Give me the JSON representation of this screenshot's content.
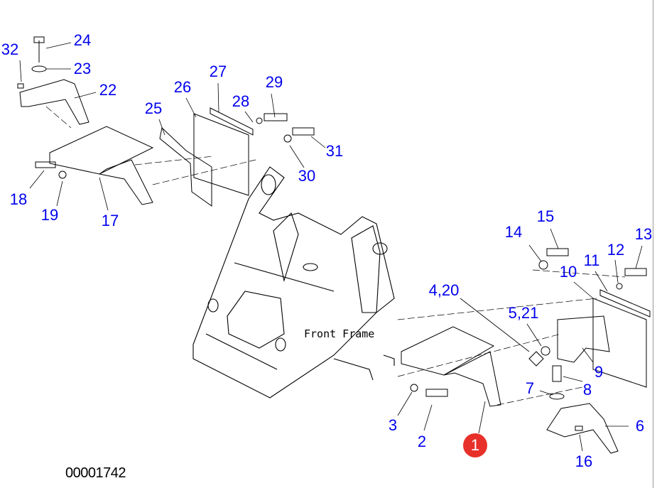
{
  "diagram": {
    "frame_label": "Front Frame",
    "document_id": "00001742",
    "highlighted_callout": "1",
    "highlight_color": "#e8302a",
    "callout_color": "#0000ee",
    "callouts": {
      "c32": "32",
      "c24": "24",
      "c23": "23",
      "c22": "22",
      "c26": "26",
      "c27": "27",
      "c28": "28",
      "c29": "29",
      "c25": "25",
      "c31": "31",
      "c30": "30",
      "c18": "18",
      "c19": "19",
      "c17": "17",
      "c15": "15",
      "c14": "14",
      "c13": "13",
      "c12": "12",
      "c11": "11",
      "c10": "10",
      "c4_20": "4,20",
      "c5_21": "5,21",
      "c9": "9",
      "c8": "8",
      "c7": "7",
      "c6": "6",
      "c3": "3",
      "c2": "2",
      "c16": "16",
      "c1": "1"
    }
  }
}
